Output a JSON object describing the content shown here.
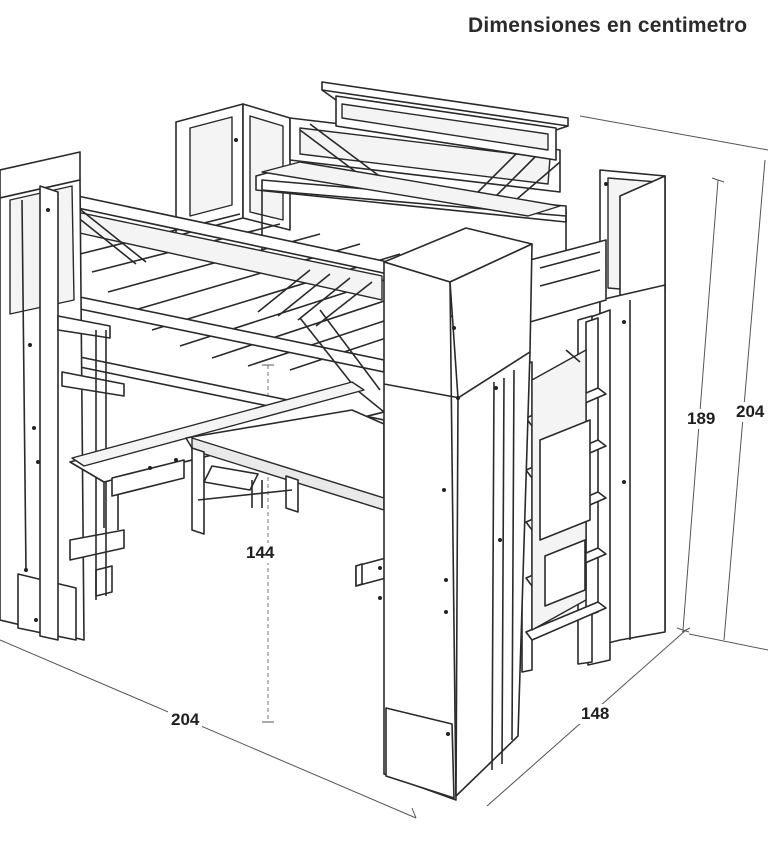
{
  "title": "Dimensiones en centimetro",
  "dimensions": {
    "width": "204",
    "depth": "148",
    "inner_height": "144",
    "platform_height": "189",
    "total_height": "204"
  }
}
